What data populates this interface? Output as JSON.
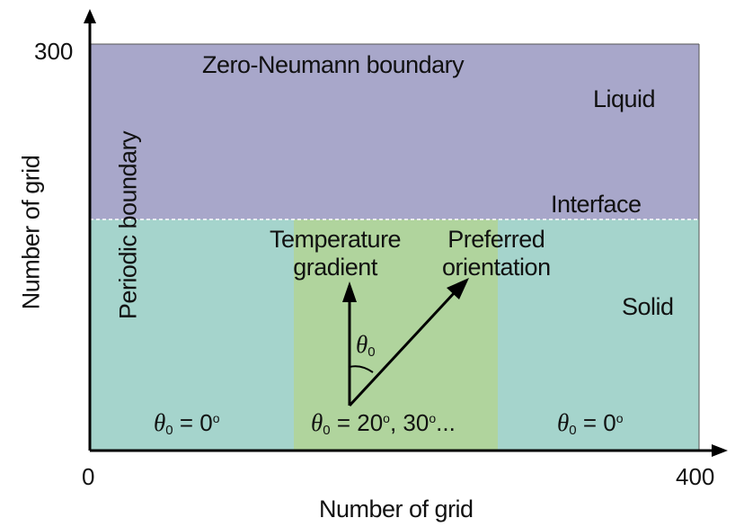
{
  "diagram": {
    "colors": {
      "liquid": "#a8a7ca",
      "solid": "#a5d4cc",
      "grain": "#b0d49d",
      "axis": "#000000",
      "interface_line": "#ffffff"
    },
    "x_axis": {
      "label": "Number of grid",
      "min_label": "0",
      "max_label": "400"
    },
    "y_axis": {
      "label": "Number of grid",
      "max_label": "300"
    },
    "labels": {
      "top_boundary": "Zero-Neumann boundary",
      "side_boundary": "Periodic boundary",
      "liquid": "Liquid",
      "interface": "Interface",
      "solid": "Solid",
      "temperature_gradient": "Temperature\ngradient",
      "preferred_orientation": "Preferred\norientation"
    },
    "angles": {
      "symbol": "θ",
      "subscript": "0",
      "left_value": "= 0",
      "center_value": "= 20",
      "center_extra": ", 30",
      "center_more": "...",
      "right_value": "= 0",
      "degree_mark": "o"
    }
  }
}
